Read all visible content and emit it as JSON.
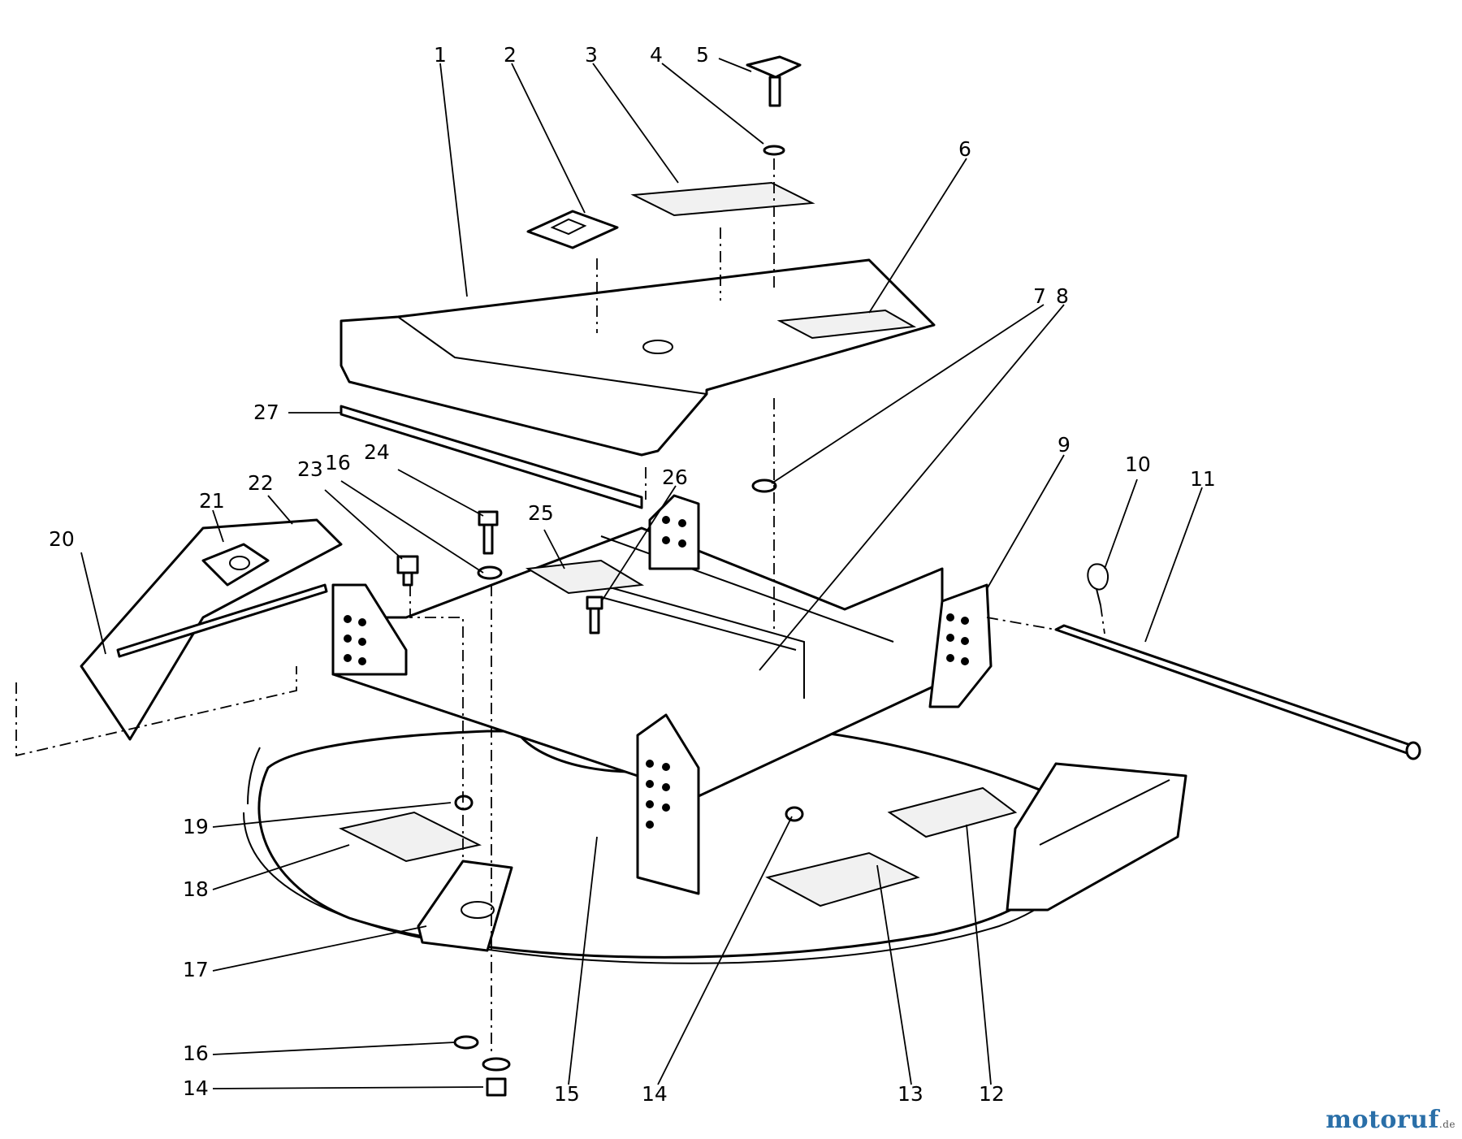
{
  "callouts": [
    {
      "id": "1",
      "label": "1"
    },
    {
      "id": "2",
      "label": "2"
    },
    {
      "id": "3",
      "label": "3"
    },
    {
      "id": "4",
      "label": "4"
    },
    {
      "id": "5",
      "label": "5"
    },
    {
      "id": "6",
      "label": "6"
    },
    {
      "id": "7",
      "label": "7"
    },
    {
      "id": "8",
      "label": "8"
    },
    {
      "id": "9",
      "label": "9"
    },
    {
      "id": "10",
      "label": "10"
    },
    {
      "id": "11",
      "label": "11"
    },
    {
      "id": "12",
      "label": "12"
    },
    {
      "id": "13",
      "label": "13"
    },
    {
      "id": "14a",
      "label": "14"
    },
    {
      "id": "14b",
      "label": "14"
    },
    {
      "id": "15",
      "label": "15"
    },
    {
      "id": "16a",
      "label": "16"
    },
    {
      "id": "16b",
      "label": "16"
    },
    {
      "id": "17",
      "label": "17"
    },
    {
      "id": "18",
      "label": "18"
    },
    {
      "id": "19",
      "label": "19"
    },
    {
      "id": "20",
      "label": "20"
    },
    {
      "id": "21",
      "label": "21"
    },
    {
      "id": "22",
      "label": "22"
    },
    {
      "id": "23",
      "label": "23"
    },
    {
      "id": "24",
      "label": "24"
    },
    {
      "id": "25",
      "label": "25"
    },
    {
      "id": "26",
      "label": "26"
    },
    {
      "id": "27",
      "label": "27"
    }
  ],
  "watermark": {
    "part_a": "motoruf",
    "part_b": "",
    "suffix": ".de"
  }
}
